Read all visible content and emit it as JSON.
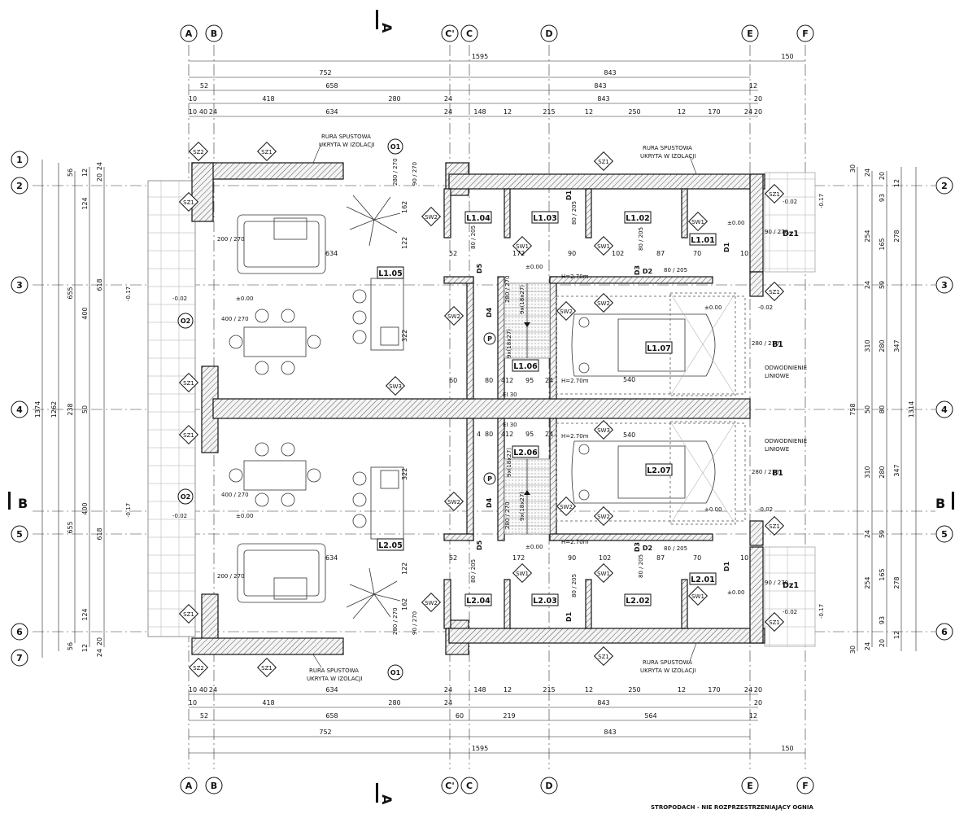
{
  "grid_columns": [
    "A",
    "B",
    "C'",
    "C",
    "D",
    "E",
    "F"
  ],
  "grid_rows": [
    "1",
    "2",
    "3",
    "4",
    "5",
    "6",
    "7"
  ],
  "section_marks": [
    "A",
    "B"
  ],
  "dims_top": {
    "row1": [
      "1595",
      "150"
    ],
    "row2": [
      "752",
      "843"
    ],
    "row3": [
      "52",
      "658",
      "843",
      "12"
    ],
    "row4": [
      "10",
      "418",
      "280",
      "24",
      "843",
      "20"
    ],
    "row5": [
      "10",
      "40",
      "24",
      "634",
      "24",
      "148",
      "12",
      "215",
      "12",
      "250",
      "12",
      "170",
      "24",
      "20"
    ]
  },
  "dims_bottom": {
    "row1": [
      "10",
      "40",
      "24",
      "634",
      "24",
      "148",
      "12",
      "215",
      "12",
      "250",
      "12",
      "170",
      "24",
      "20"
    ],
    "row2": [
      "10",
      "418",
      "280",
      "24",
      "843",
      "20"
    ],
    "row3": [
      "52",
      "658",
      "60",
      "219",
      "564",
      "12"
    ],
    "row4": [
      "752",
      "843"
    ],
    "row5": [
      "1595",
      "150"
    ]
  },
  "dims_left": {
    "outer": [
      "1374"
    ],
    "mid": [
      "1262"
    ],
    "inner": [
      "56",
      "655",
      "238",
      "655",
      "56"
    ],
    "detail": [
      "12",
      "124",
      "400",
      "50",
      "400",
      "124",
      "12"
    ],
    "fine": [
      "24",
      "20",
      "618",
      "618",
      "20",
      "24"
    ]
  },
  "dims_right": {
    "outer": [
      "1314"
    ],
    "mid": [
      "758"
    ],
    "inner": [
      "278",
      "347",
      "347",
      "278"
    ],
    "detail": [
      "30",
      "93",
      "254",
      "310",
      "50",
      "310",
      "254",
      "93",
      "30"
    ],
    "fine": [
      "24",
      "20",
      "12",
      "165",
      "24",
      "59",
      "280",
      "80",
      "280",
      "59",
      "24",
      "165",
      "12",
      "20",
      "24"
    ]
  },
  "rooms": [
    "L1.01",
    "L1.02",
    "L1.03",
    "L1.04",
    "L1.05",
    "L1.06",
    "L1.07",
    "L2.01",
    "L2.02",
    "L2.03",
    "L2.04",
    "L2.05",
    "L2.06",
    "L2.07"
  ],
  "tags": {
    "sz1": "SZ1",
    "sz2": "SZ2",
    "sw1": "SW1",
    "sw2": "SW2",
    "sw3": "SW3",
    "o1": "O1",
    "o2": "O2",
    "b1": "B1",
    "d1": "D1",
    "d2": "D2",
    "d3": "D3",
    "d4": "D4",
    "d5": "D5",
    "dz1": "Dz1",
    "p": "P"
  },
  "texts": {
    "downpipe_1": "RURA SPUSTOWA",
    "downpipe_2": "UKRYTA W IZOLACJI",
    "drain_1": "ODWODNIENIE",
    "drain_2": "LINIOWE",
    "ei30": "EI 30",
    "h270": "H=2.70m",
    "stairs": "9x(18x27)",
    "level0": "±0.00",
    "level_m002": "-0.02",
    "level_m017": "-0.17",
    "door_90_270": "90 / 270",
    "door_80_205": "80 / 205",
    "win_200_270": "200 / 270",
    "win_400_270": "400 / 270",
    "win_280_210": "280 / 210",
    "win_280_270": "280 / 270",
    "w634": "634",
    "w540": "540",
    "w322": "322",
    "w162": "162",
    "w122": "122",
    "w172": "172",
    "w90": "90",
    "w102": "102",
    "w87": "87",
    "w70": "70",
    "w80": "80",
    "w52": "52",
    "w60": "60",
    "w95": "95",
    "w412": "412",
    "w24": "24",
    "w4": "4",
    "w10": "10",
    "bottom_note": "STROPODACH - NIE ROZPRZESTRZENIAJĄCY OGNIA"
  }
}
